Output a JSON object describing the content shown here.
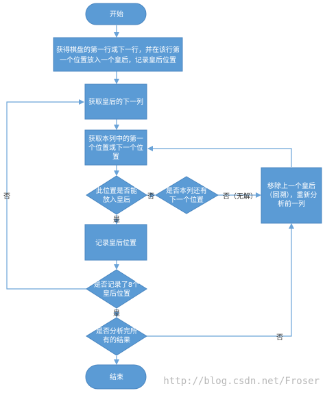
{
  "colors": {
    "node_fill": "#5b9bd5",
    "node_stroke": "#4a86c0",
    "edge": "#6aa3d8",
    "node_text": "#ffffff",
    "edge_text": "#333333",
    "watermark": "#b8b8b8"
  },
  "nodes": {
    "start": "开始",
    "step1_line1": "获得棋盘的第一行或下一行，并在该行第",
    "step1_line2": "一个位置放入一个皇后，记录皇后位置",
    "step2": "获取皇后的下一列",
    "step3_line1": "获取本列中的第一",
    "step3_line2": "个位置或下一个位",
    "step3_line3": "置",
    "decision1_line1": "此位置是否能",
    "decision1_line2": "放入皇后",
    "decision2_line1": "是否本列还有",
    "decision2_line2": "下一个位置",
    "backtrack_line1": "移除上一个皇后",
    "backtrack_line2": "（回溯），重新分",
    "backtrack_line3": "析前一列",
    "step4": "记录皇后位置",
    "decision3_line1": "是否记录了8个",
    "decision3_line2": "皇后位置",
    "decision4_line1": "是否分析完所",
    "decision4_line2": "有的结果",
    "end": "结束"
  },
  "edge_labels": {
    "d1_no": "否",
    "d1_yes": "是",
    "d2_no": "否（无解）",
    "d3_no": "否",
    "d3_yes": "是",
    "d4_no": "否"
  },
  "watermark": "http://blog.csdn.net/Froser"
}
